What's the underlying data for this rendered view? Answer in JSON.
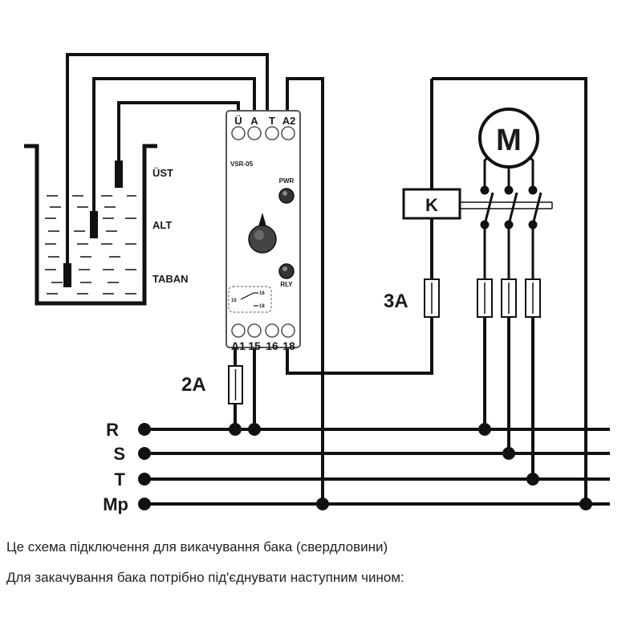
{
  "diagram": {
    "tank": {
      "labels": [
        "ÜST",
        "ALT",
        "TABAN"
      ]
    },
    "relay": {
      "model": "VSR-05",
      "top_terminals": [
        "Ü",
        "A",
        "T",
        "A2"
      ],
      "bottom_terminals": [
        "A1",
        "15",
        "16",
        "18"
      ],
      "pwr_label": "PWR",
      "rly_label": "RLY",
      "contact_labels": [
        "15",
        "16",
        "18"
      ]
    },
    "contactor_label": "K",
    "motor_label": "M",
    "fuses": {
      "control": "2A",
      "contactor": "3A"
    },
    "lines": [
      "R",
      "S",
      "T",
      "Mp"
    ]
  },
  "text": {
    "line1": "Це схема підключення для викачування бака (свердловини)",
    "line2": "Для закачування бака потрібно під'єднувати наступним чином:"
  }
}
